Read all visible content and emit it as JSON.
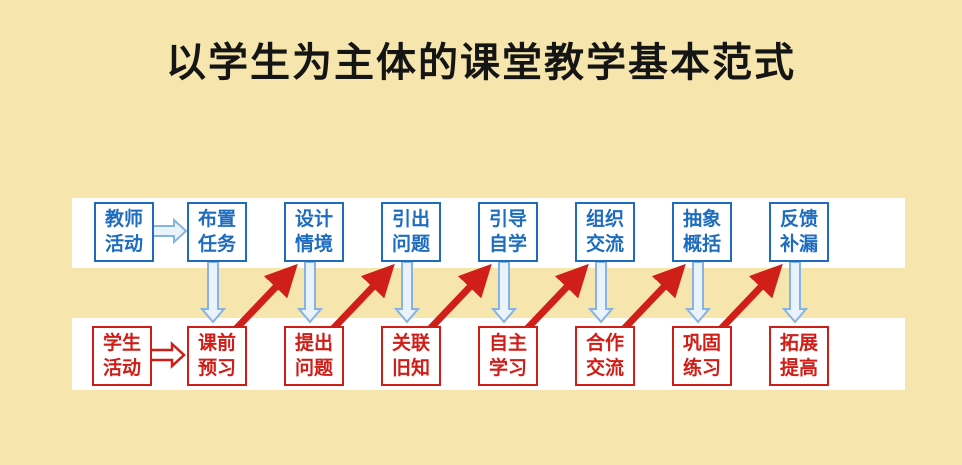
{
  "title": "以学生为主体的课堂教学基本范式",
  "teacher_row": {
    "header": "教师活动",
    "steps": [
      "布置任务",
      "设计情境",
      "引出问题",
      "引导自学",
      "组织交流",
      "抽象概括",
      "反馈补漏"
    ]
  },
  "student_row": {
    "header": "学生活动",
    "steps": [
      "课前预习",
      "提出问题",
      "关联旧知",
      "自主学习",
      "合作交流",
      "巩固练习",
      "拓展提高"
    ]
  },
  "colors": {
    "background": "#f6e6ae",
    "teacher_blue": "#1e6cc0",
    "student_red": "#cf1d17",
    "arrow_blue_stroke": "#85b3e2",
    "band_white": "#ffffff"
  }
}
